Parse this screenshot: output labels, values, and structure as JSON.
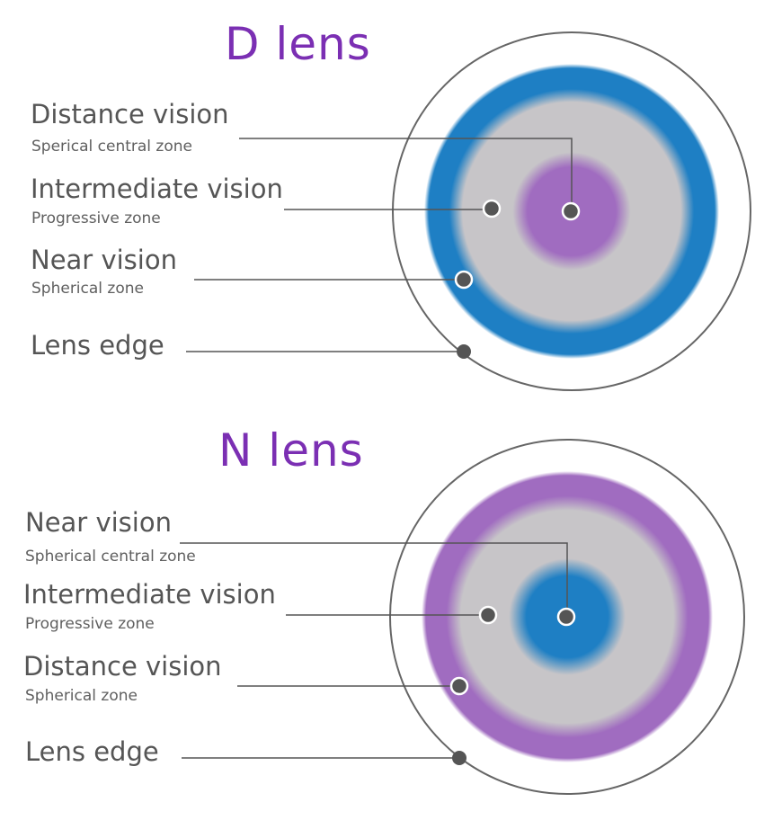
{
  "colors": {
    "title": "#7b2fb3",
    "blue": "#1e7fc4",
    "purple": "#a06cc0",
    "grey": "#c7c5c8",
    "line": "#555555",
    "dot": "#555555",
    "outline": "#666666"
  },
  "d_lens": {
    "title": "D lens",
    "distance": {
      "main": "Distance vision",
      "sub": "Sperical central zone"
    },
    "intermediate": {
      "main": "Intermediate vision",
      "sub": "Progressive zone"
    },
    "near": {
      "main": "Near vision",
      "sub": "Spherical zone"
    },
    "edge": {
      "main": "Lens edge"
    }
  },
  "n_lens": {
    "title": "N lens",
    "near": {
      "main": "Near vision",
      "sub": "Spherical central zone"
    },
    "intermediate": {
      "main": "Intermediate vision",
      "sub": "Progressive zone"
    },
    "distance": {
      "main": "Distance vision",
      "sub": "Spherical zone"
    },
    "edge": {
      "main": "Lens edge"
    }
  }
}
